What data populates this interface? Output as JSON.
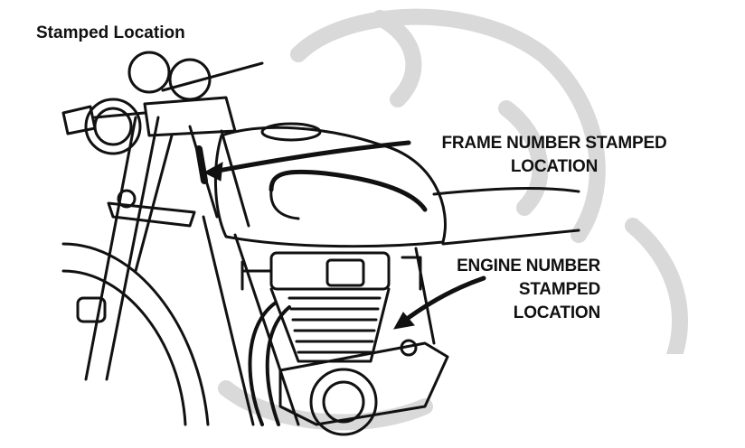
{
  "title": "Stamped Location",
  "callouts": {
    "frame": {
      "line1": "FRAME NUMBER STAMPED",
      "line2": "LOCATION"
    },
    "engine": {
      "line1": "ENGINE NUMBER",
      "line2": "STAMPED",
      "line3": "LOCATION"
    }
  },
  "colors": {
    "ink": "#111111",
    "watermark": "#d6d6d6",
    "background": "#ffffff"
  }
}
